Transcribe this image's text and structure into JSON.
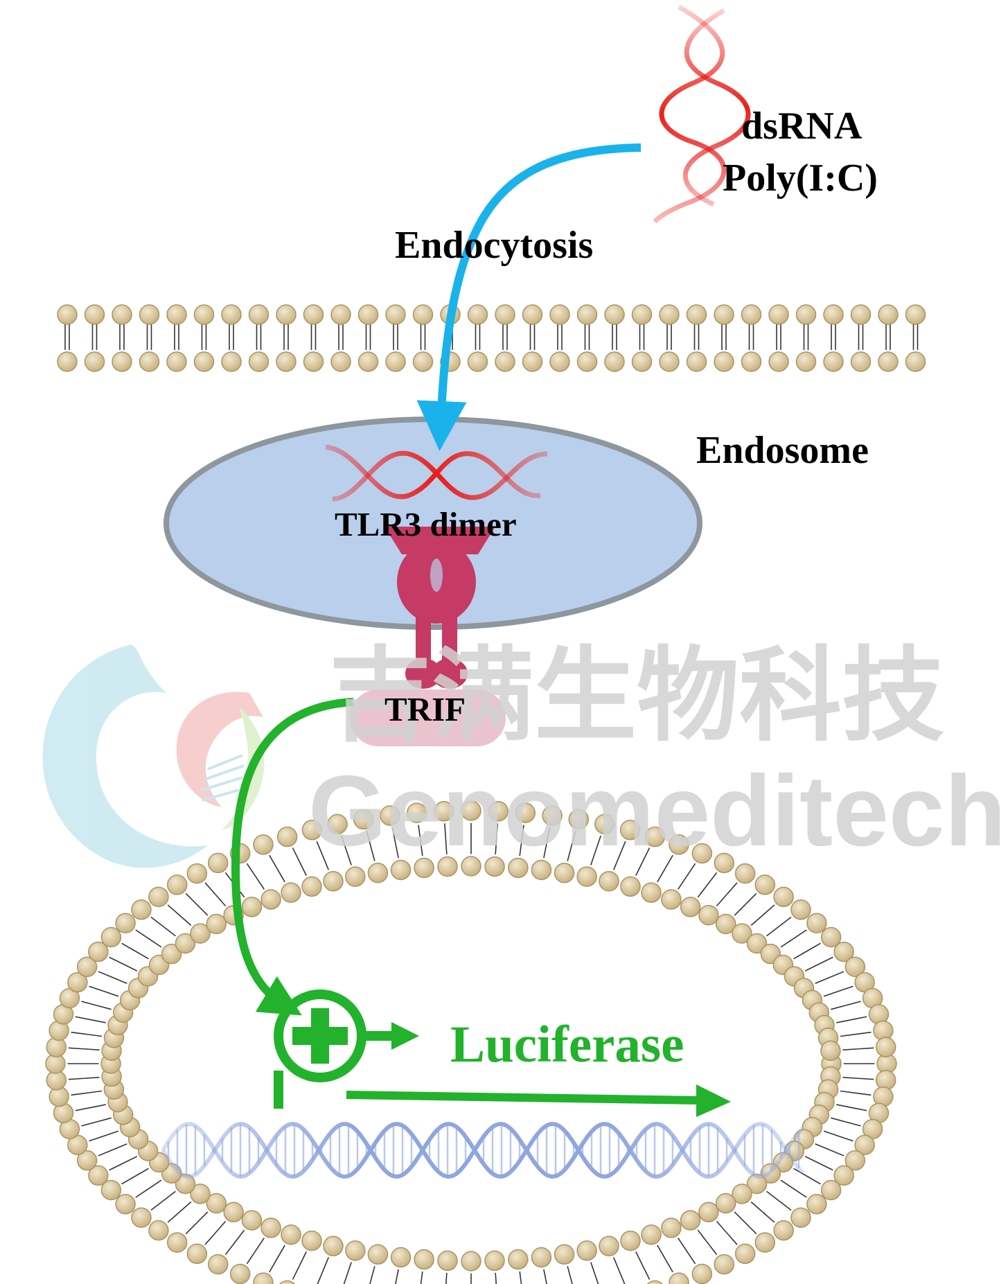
{
  "labels": {
    "dsrna": "dsRNA",
    "poly_ic": "Poly(I:C)",
    "endocytosis": "Endocytosis",
    "endosome": "Endosome",
    "tlr3": "TLR3 dimer",
    "trif": "TRIF",
    "luciferase": "Luciferase"
  },
  "watermark": {
    "chinese": "吉满生物科技",
    "english": "Genomeditech"
  },
  "colors": {
    "background": "#ffffff",
    "lipid_head": "#d9c79e",
    "lipid_head_stroke": "#a89468",
    "endocytosis_arrow": "#1ab2ea",
    "signal_arrow": "#22b22b",
    "endosome_fill": "#b9cfec",
    "endosome_stroke": "#8e969e",
    "tlr3": "#c63a66",
    "trif": "#e8b9c6",
    "dsrna": "#e8201c",
    "dna": "#8fa6e0",
    "luciferase_text": "#22b22b",
    "watermark_text": "#d2d2d2"
  },
  "icons": [
    "dsrna-helix-icon",
    "promoter-plus-icon",
    "dna-helix-icon",
    "lipid-bilayer",
    "watermark-logo-icon"
  ]
}
